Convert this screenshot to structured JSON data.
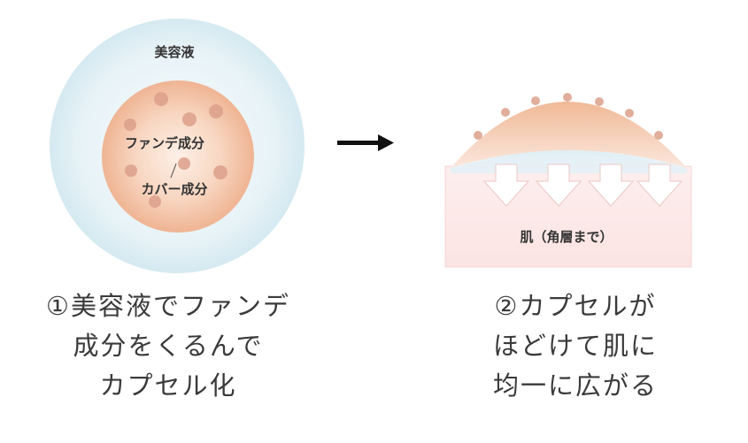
{
  "labels": {
    "serum": "美容液",
    "foundation": "ファンデ成分",
    "cover": "カバー成分",
    "skin": "肌（角層まで）"
  },
  "captions": {
    "left": [
      "①美容液でファンデ",
      "成分をくるんで",
      "カプセル化"
    ],
    "right": [
      "②カプセルが",
      "ほどけて肌に",
      "均一に広がる"
    ]
  },
  "colors": {
    "serum_light": "#eef7fa",
    "serum_edge": "#d7ebf2",
    "foundation_center": "#fbe7db",
    "foundation_edge": "#eeb99a",
    "particle": "#dba48f",
    "skin": "#fbe6e3",
    "skin_edge": "#f2cfcb",
    "arrow": "#111111"
  }
}
